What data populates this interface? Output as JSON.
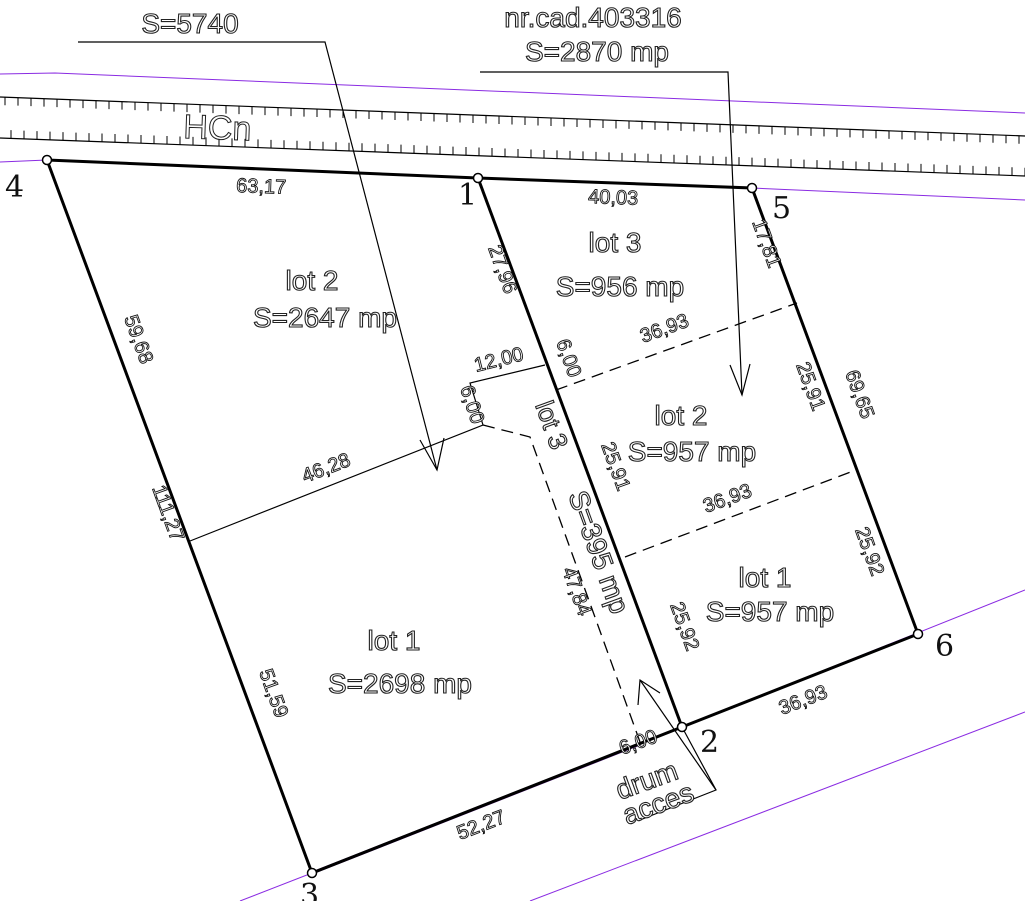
{
  "labels": {
    "total_area": "S=5740",
    "cad_number": "nr.cad.403316",
    "cad_area": "S=2870 mp",
    "road_code": "HCn",
    "access_road_line1": "drum",
    "access_road_line2": "acces"
  },
  "points": [
    "1",
    "2",
    "3",
    "4",
    "5",
    "6"
  ],
  "left_lots": [
    {
      "name": "lot 1",
      "area": "S=2698 mp"
    },
    {
      "name": "lot 2",
      "area": "S=2647 mp"
    },
    {
      "name": "lot 3",
      "area": "S=395 mp"
    }
  ],
  "right_lots": [
    {
      "name": "lot 1",
      "area": "S=957 mp"
    },
    {
      "name": "lot 2",
      "area": "S=957 mp"
    },
    {
      "name": "lot 3",
      "area": "S=956 mp"
    }
  ],
  "dimensions": {
    "d_4_1": "63,17",
    "d_1_5": "40,03",
    "d_5_a": "17,81",
    "d_5_6_total": "69,65",
    "d_right_mid": "25,91",
    "d_right_low": "25,92",
    "d_2_6": "36,93",
    "d_div_upper": "36,93",
    "d_div_lower": "36,93",
    "d_1_a": "27,96",
    "d_a_b": "6,00",
    "d_b_c": "25,91",
    "d_c_2": "25,92",
    "d_notch_top": "12,00",
    "d_notch_side": "6,00",
    "d_lot3_len": "47,84",
    "d_access_width": "6,00",
    "d_lot_div": "46,28",
    "d_4_upper": "59,68",
    "d_4_3_total": "111,27",
    "d_lower_left": "51,59",
    "d_3_2": "52,27"
  },
  "colors": {
    "boundary": "#000000",
    "road_edge": "#8a2be2"
  }
}
